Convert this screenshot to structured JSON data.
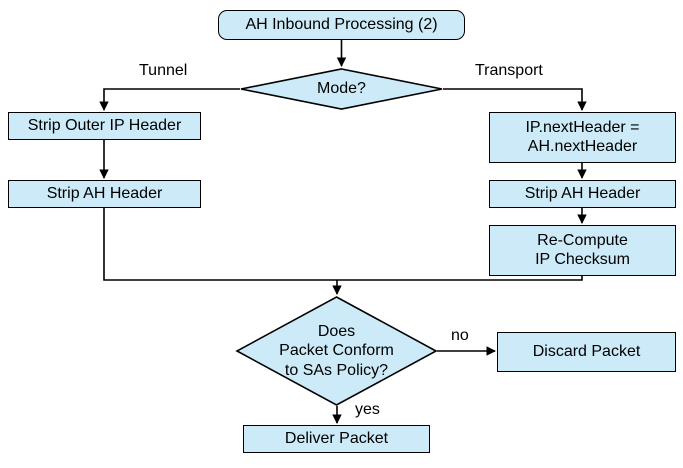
{
  "diagram": {
    "title": "AH Inbound Processing (2)",
    "type": "flowchart",
    "colors": {
      "node_fill": "#cceaf7",
      "node_border": "#000000",
      "background": "#ffffff",
      "text": "#000000",
      "connector": "#000000"
    },
    "nodes": [
      {
        "id": "start",
        "shape": "rounded-rect",
        "label": "AH Inbound Processing (2)"
      },
      {
        "id": "mode",
        "shape": "diamond",
        "label": "Mode?"
      },
      {
        "id": "strip_outer",
        "shape": "rect",
        "label": "Strip Outer IP Header"
      },
      {
        "id": "strip_ah_l",
        "shape": "rect",
        "label": "Strip AH Header"
      },
      {
        "id": "next_header",
        "shape": "rect",
        "label": "IP.nextHeader =\nAH.nextHeader"
      },
      {
        "id": "strip_ah_r",
        "shape": "rect",
        "label": "Strip AH Header"
      },
      {
        "id": "recompute",
        "shape": "rect",
        "label": "Re-Compute\nIP Checksum"
      },
      {
        "id": "conform",
        "shape": "diamond",
        "label": "Does\nPacket Conform\nto SAs Policy?"
      },
      {
        "id": "discard",
        "shape": "rect",
        "label": "Discard Packet"
      },
      {
        "id": "deliver",
        "shape": "rect",
        "label": "Deliver Packet"
      }
    ],
    "edge_labels": {
      "tunnel": "Tunnel",
      "transport": "Transport",
      "no": "no",
      "yes": "yes"
    }
  }
}
